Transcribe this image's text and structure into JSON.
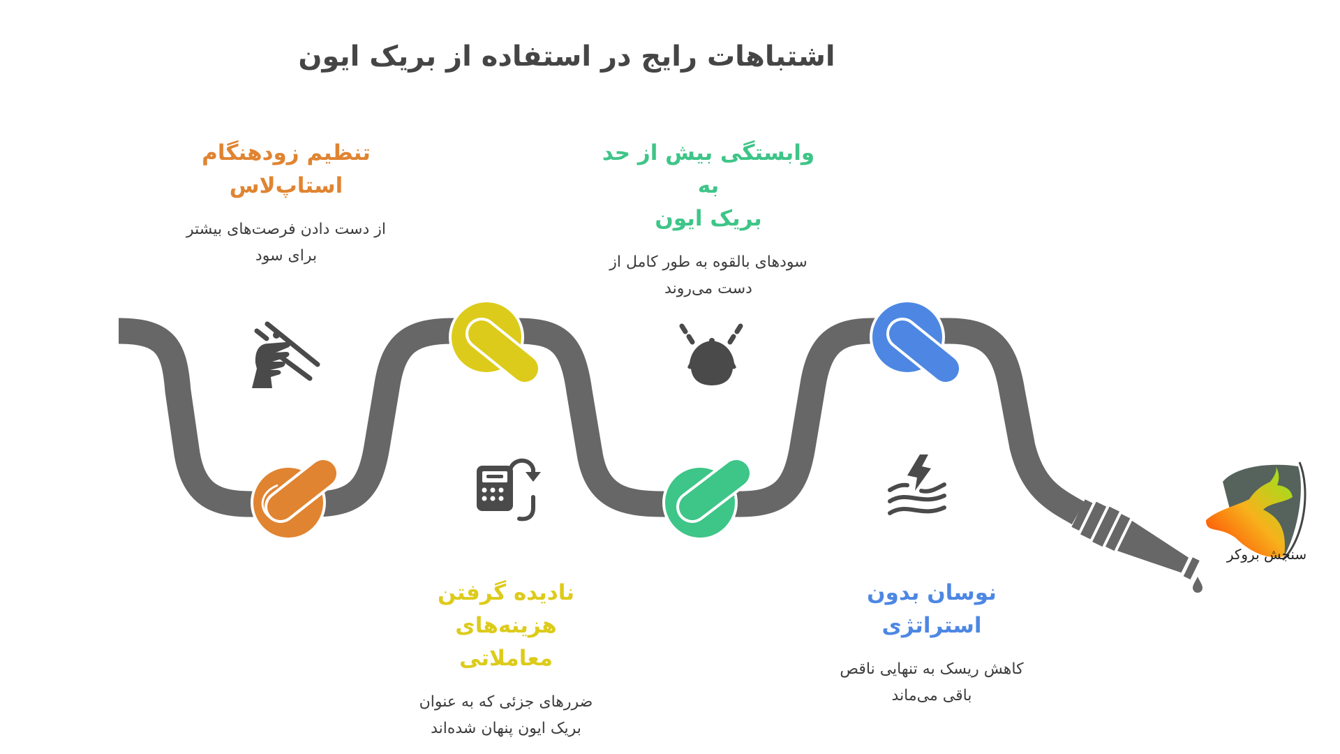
{
  "title": "اشتباهات رایج در استفاده از بریک ایون",
  "colors": {
    "rope": "#676767",
    "icon": "#4a4a4a",
    "orange": "#E08431",
    "yellow": "#DDCB1B",
    "green": "#3EC588",
    "blue": "#4D87E3",
    "text": "#3c3c3c"
  },
  "steps": [
    {
      "id": "premature-stoploss",
      "color": "#E08431",
      "title_lines": [
        "تنظیم زودهنگام",
        "استاپ‌لاس"
      ],
      "description_lines": [
        "از دست دادن فرصت‌های بیشتر",
        "برای سود"
      ],
      "icon": "hand-cut-sticks-icon"
    },
    {
      "id": "ignoring-costs",
      "color": "#DDCB1B",
      "title_lines": [
        "نادیده گرفتن هزینه‌های",
        "معاملاتی"
      ],
      "description_lines": [
        "ضررهای جزئی که به عنوان",
        "بریک ایون پنهان شده‌اند"
      ],
      "icon": "calculator-cycle-icon"
    },
    {
      "id": "over-reliance",
      "color": "#3EC588",
      "title_lines": [
        "وابستگی بیش از حد به",
        "بریک ایون"
      ],
      "description_lines": [
        "سودهای بالقوه به طور کامل از",
        "دست می‌روند"
      ],
      "icon": "worried-head-icon"
    },
    {
      "id": "volatility-no-strategy",
      "color": "#4D87E3",
      "title_lines": [
        "نوسان بدون استراتژی"
      ],
      "description_lines": [
        "کاهش ریسک به تنهایی ناقص",
        "باقی می‌ماند"
      ],
      "icon": "lightning-waves-icon"
    }
  ],
  "logo": {
    "text": "سنجش بروکر",
    "icon": "bull-bear-shield-logo"
  }
}
